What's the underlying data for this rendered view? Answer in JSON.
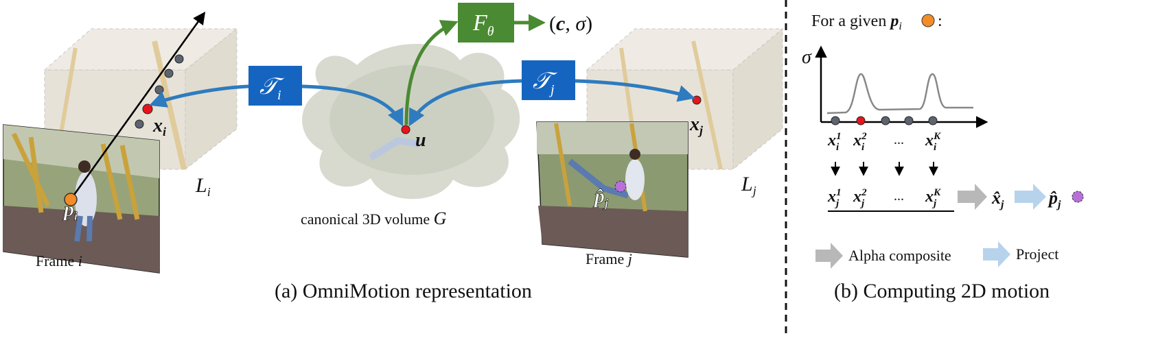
{
  "left_panel": {
    "caption": "(a) OmniMotion representation",
    "frame_i_label": "Frame i",
    "frame_j_label": "Frame j",
    "volume_label": "canonical 3D volume G",
    "T_i": "𝒯i",
    "T_j": "𝒯j",
    "F_theta": "Fθ",
    "output": "(c, σ)",
    "x_i": "xi",
    "x_j": "xj",
    "u": "u",
    "p_i": "pi",
    "p_j_hat": "p̂j",
    "L_i": "Li",
    "L_j": "Lj"
  },
  "right_panel": {
    "caption": "(b) Computing 2D motion",
    "header": "For a given pi :",
    "sigma_axis": "σ",
    "samples_i": [
      "x_i^1",
      "x_i^2",
      "...",
      "x_i^K"
    ],
    "samples_j": [
      "x_j^1",
      "x_j^2",
      "...",
      "x_j^K"
    ],
    "x_hat_j": "x̂j",
    "p_hat_j": "p̂j",
    "legend_alpha": "Alpha composite",
    "legend_project": "Project"
  },
  "colors": {
    "transform_box": "#1565c0",
    "mlp_box": "#4a8a32",
    "blue_arrow": "#2e7bbf",
    "green_arrow": "#4a8a32",
    "red_point": "#e8141c",
    "orange_point": "#f28c28",
    "purple_point": "#b86fd9",
    "gray_point": "#5c6470",
    "alpha_arrow": "#b8b8b8",
    "project_arrow": "#b7d3ec"
  }
}
